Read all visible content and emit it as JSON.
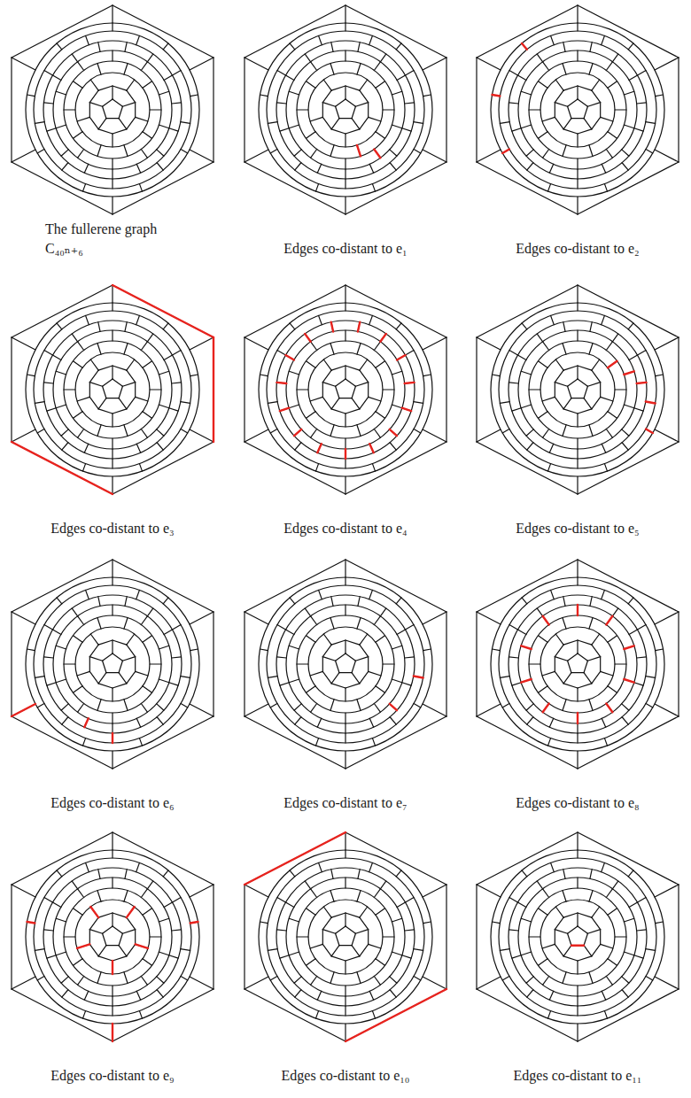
{
  "diagram": {
    "labels": [
      "The fullerene graph C₄₀ₙ₊₆",
      "Edges co-distant to e₁",
      "Edges co-distant to e₂",
      "Edges co-distant to e₃",
      "Edges co-distant to e₄",
      "Edges co-distant to e₅",
      "Edges co-distant to e₆",
      "Edges co-distant to e₇",
      "Edges co-distant to e₈",
      "Edges co-distant to e₉",
      "Edges co-distant to e₁₀",
      "Edges co-distant to e₁₁"
    ]
  }
}
